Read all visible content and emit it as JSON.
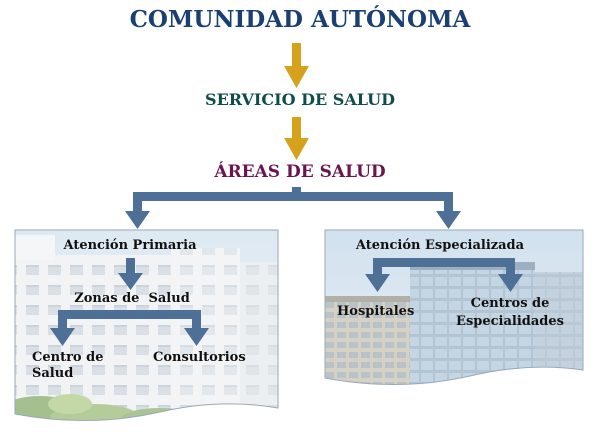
{
  "colors": {
    "level1": "#1a3f73",
    "level2": "#0e4d4b",
    "level3": "#6b1450",
    "gold_arrow": "#d6a21b",
    "blue_arrow": "#4e6f96"
  },
  "levels": {
    "top": "COMUNIDAD AUTÓNOMA",
    "middle": "SERVICIO DE SALUD",
    "bottom": "ÁREAS DE SALUD"
  },
  "left_panel": {
    "heading": "Atención Primaria",
    "sub": "Zonas de  Salud",
    "child_a_line1": "Centro de",
    "child_a_line2": "Salud",
    "child_b": "Consultorios"
  },
  "right_panel": {
    "heading": "Atención Especializada",
    "child_a": "Hospitales",
    "child_b_line1": "Centros de",
    "child_b_line2": "Especialidades"
  }
}
